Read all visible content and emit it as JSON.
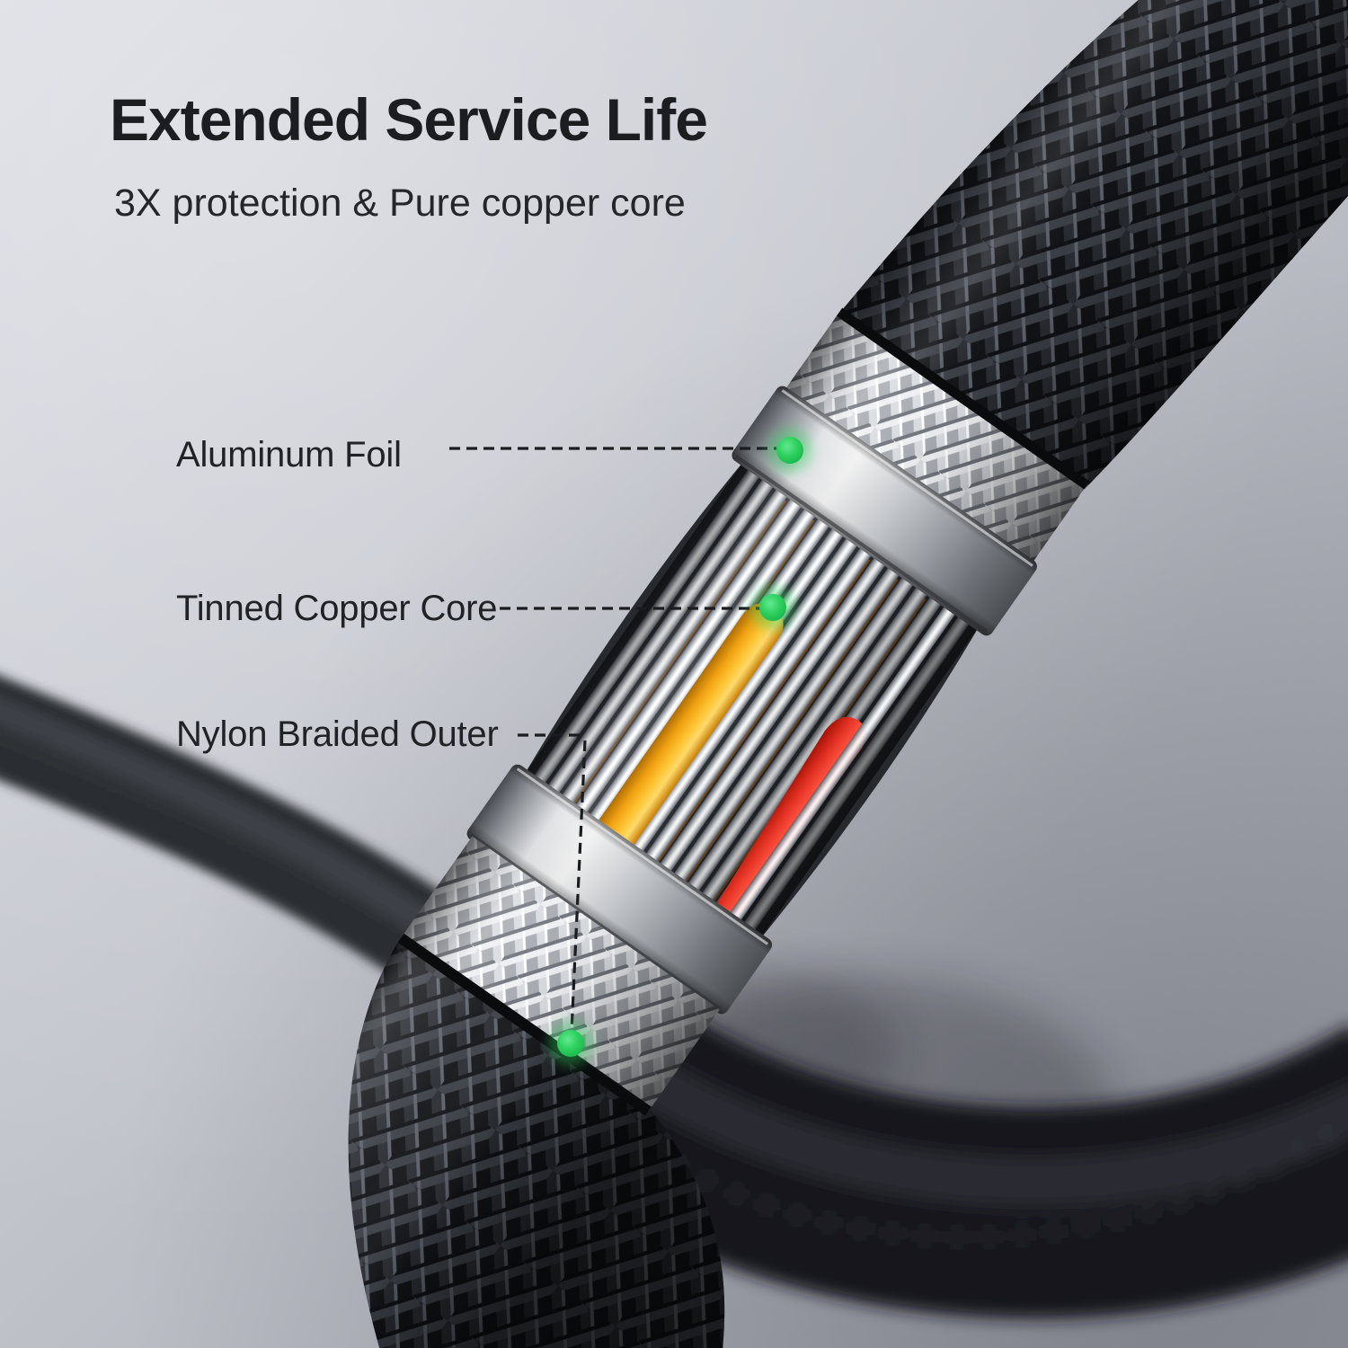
{
  "heading": {
    "title": "Extended Service Life",
    "subtitle": "3X protection & Pure copper core"
  },
  "callouts": [
    {
      "id": "aluminum-foil",
      "label": "Aluminum Foil"
    },
    {
      "id": "tinned-copper-core",
      "label": "Tinned Copper Core"
    },
    {
      "id": "nylon-braided-outer",
      "label": "Nylon Braided Outer"
    }
  ],
  "colors": {
    "accent_green": "#2fd05f",
    "copper_core_yellow": "#f6ae16",
    "wire_red": "#e8352a",
    "chrome_silver": "#eef0f3",
    "braid_black": "#131417",
    "background_top": "#d9dbe3",
    "background_bottom": "#a4a6b0",
    "text": "#1c1d20"
  }
}
